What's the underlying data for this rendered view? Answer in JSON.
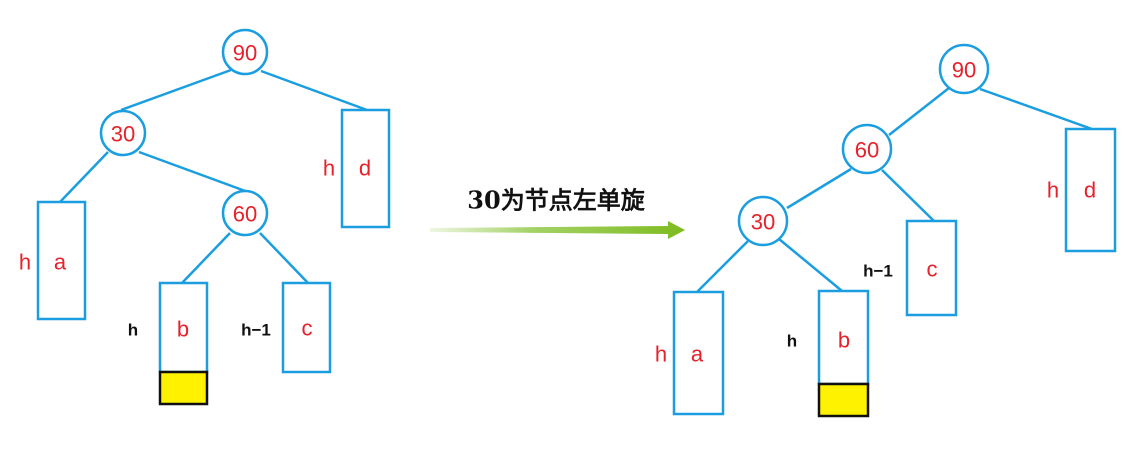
{
  "colors": {
    "edge": "#1a9ee0",
    "node_text": "#e8202a",
    "height_black": "#111111",
    "overflow_fill": "#fff200",
    "arrow": "#8cc63f"
  },
  "caption": "30为节点左单旋",
  "before": {
    "nodes": [
      {
        "id": "90",
        "label": "90"
      },
      {
        "id": "30",
        "label": "30"
      },
      {
        "id": "60",
        "label": "60"
      }
    ],
    "subtrees": {
      "a": {
        "label": "a",
        "height": "h"
      },
      "b": {
        "label": "b",
        "height": "h"
      },
      "c": {
        "label": "c",
        "height": "h−1"
      },
      "d": {
        "label": "d",
        "height": "h"
      }
    }
  },
  "after": {
    "nodes": [
      {
        "id": "90",
        "label": "90"
      },
      {
        "id": "60",
        "label": "60"
      },
      {
        "id": "30",
        "label": "30"
      }
    ],
    "subtrees": {
      "a": {
        "label": "a",
        "height": "h"
      },
      "b": {
        "label": "b",
        "height": "h"
      },
      "c": {
        "label": "c",
        "height": "h−1"
      },
      "d": {
        "label": "d",
        "height": "h"
      }
    }
  }
}
